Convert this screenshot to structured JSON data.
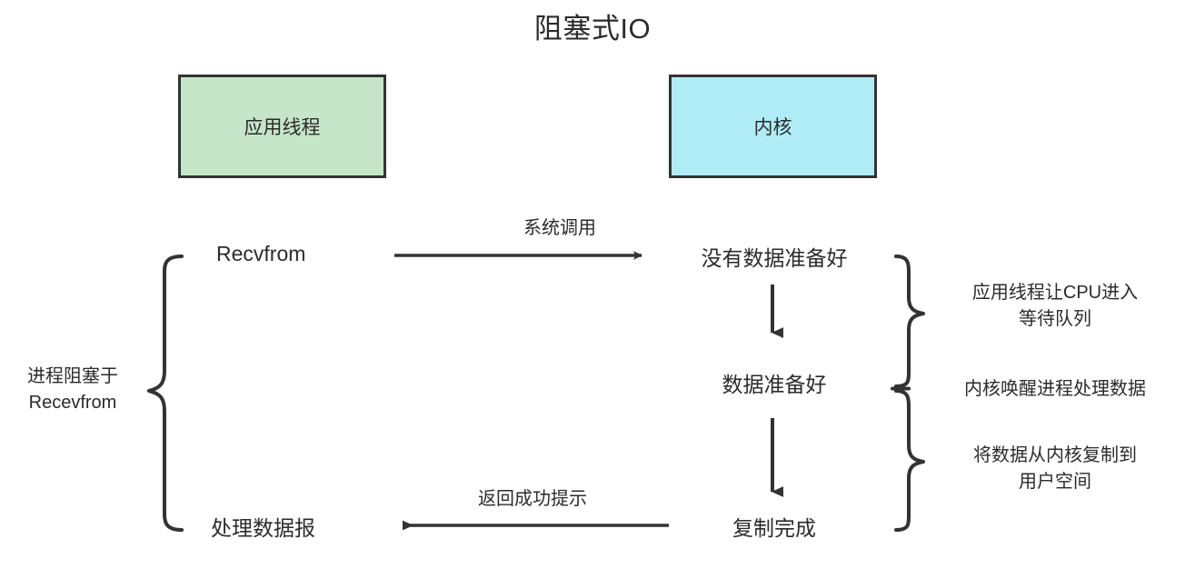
{
  "diagram": {
    "title": "阻塞式IO",
    "background_color": "#ffffff",
    "stroke_color": "#333333"
  },
  "lanes": [
    {
      "id": "application",
      "label": "应用线程",
      "fill": "#c5e6c8",
      "border": "#333333"
    },
    {
      "id": "kernel",
      "label": "内核",
      "fill": "#b0ecf5",
      "border": "#333333"
    }
  ],
  "nodes": {
    "recvfrom": "Recvfrom",
    "process_datagram": "处理数据报",
    "no_data_ready": "没有数据准备好",
    "data_ready": "数据准备好",
    "copy_complete": "复制完成"
  },
  "edges": [
    {
      "id": "syscall",
      "label": "系统调用",
      "direction": "right"
    },
    {
      "id": "kernel-step-1",
      "label": "",
      "direction": "down"
    },
    {
      "id": "kernel-step-2",
      "label": "",
      "direction": "down"
    },
    {
      "id": "return-success",
      "label": "返回成功提示",
      "direction": "left"
    }
  ],
  "annotations": {
    "left_brace": "进程阻塞于\nRecevfrom",
    "right_wait": "应用线程让CPU进入\n等待队列",
    "right_wake": "内核唤醒进程处理数据",
    "right_copy": "将数据从内核复制到\n用户空间"
  }
}
